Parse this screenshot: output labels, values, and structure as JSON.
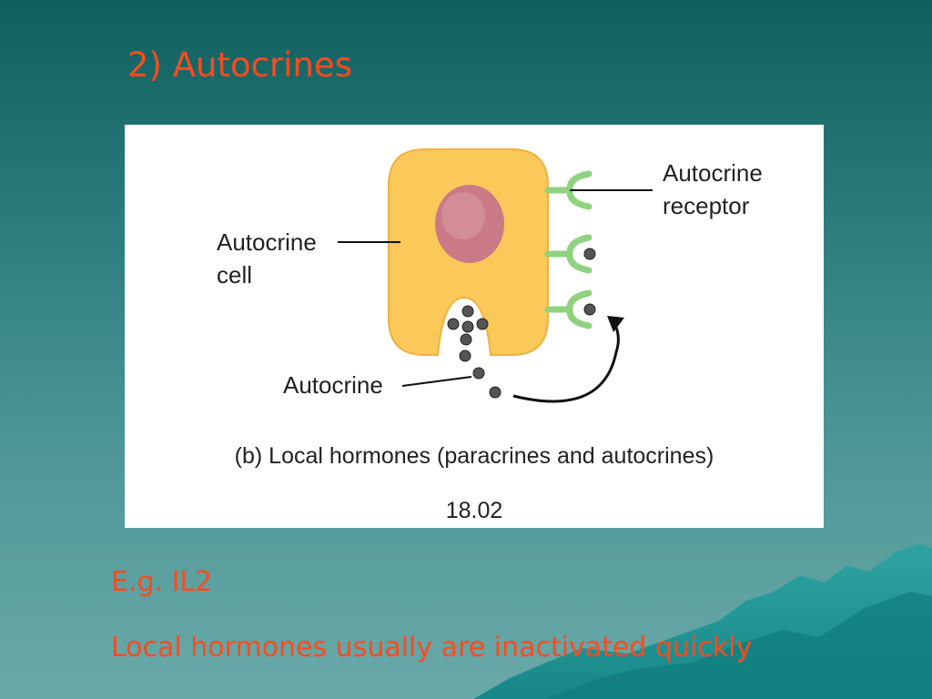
{
  "slide": {
    "title": "2) Autocrines",
    "bullets": [
      "E.g.  IL2",
      "Local hormones usually are inactivated quickly"
    ]
  },
  "figure": {
    "labels": {
      "receptor_line1": "Autocrine",
      "receptor_line2": "receptor",
      "cell_line1": "Autocrine",
      "cell_line2": "cell",
      "autocrine": "Autocrine"
    },
    "caption": "(b) Local hormones (paracrines and autocrines)",
    "figure_number": "18.02"
  },
  "colors": {
    "title_text": "#ff4a1c",
    "cell_fill": "#fbc95a",
    "nucleus": "#c97a86",
    "receptor": "#8fd27f",
    "molecule": "#555555"
  }
}
